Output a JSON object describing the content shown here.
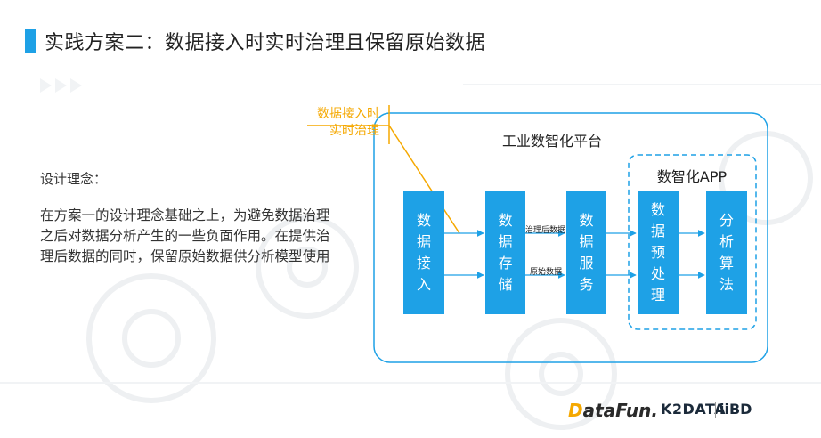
{
  "slide": {
    "title": "实践方案二：数据接入时实时治理且保留原始数据",
    "concept_heading": "设计理念：",
    "concept_body": "在方案一的设计理念基础之上，为避免数据治理之后对数据分析产生的一些负面作用。在提供治理后数据的同时，保留原始数据供分析模型使用"
  },
  "diagram": {
    "platform_label": "工业数智化平台",
    "app_group_label": "数智化APP",
    "annotation_line1": "数据接入时",
    "annotation_line2": "实时治理",
    "blocks": {
      "ingest": [
        "数",
        "据",
        "接",
        "入"
      ],
      "storage": [
        "数",
        "据",
        "存",
        "储"
      ],
      "service": [
        "数",
        "据",
        "服",
        "务"
      ],
      "preprocess": [
        "数",
        "据",
        "预",
        "处",
        "理"
      ],
      "algorithm": [
        "分",
        "析",
        "算",
        "法"
      ]
    },
    "flow_labels": {
      "governed": "治理后数据",
      "raw": "原始数据"
    }
  },
  "logos": {
    "datafun_prefix": "D",
    "datafun_rest": "ataFun.",
    "k2data": "K2DATA",
    "iibd": "iiBD"
  },
  "colors": {
    "accent": "#1ea1e6",
    "annotation": "#f5a800"
  }
}
